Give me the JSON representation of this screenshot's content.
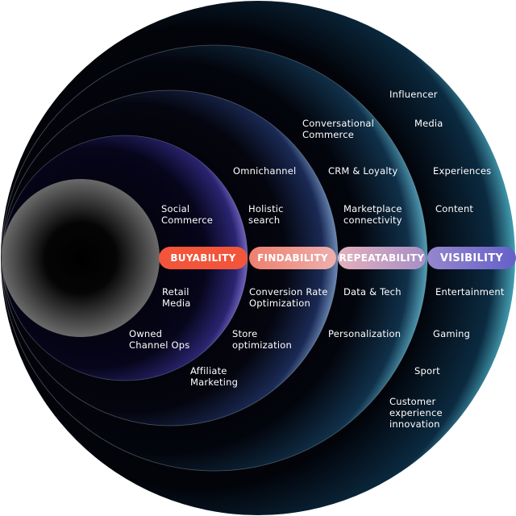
{
  "colors": {
    "buyability": "#f2553a",
    "findability": "#ee8f84",
    "repeatability": "#c9a0c0",
    "visibility": "#7a70c8",
    "rim_outer": "#5fd4e8",
    "rim_inner": "#7c6fd6"
  },
  "pills": {
    "buyability": "BUYABILITY",
    "findability": "FINDABILITY",
    "repeatability": "REPEATABILITY",
    "visibility": "VISIBILITY"
  },
  "buyability": {
    "items": [
      "Social\nCommerce",
      "Retail\nMedia",
      "Owned\nChannel Ops",
      "Affiliate\nMarketing"
    ]
  },
  "findability": {
    "items": [
      "Omnichannel",
      "Holistic\nsearch",
      "Conversion Rate\nOptimization",
      "Store\noptimization"
    ]
  },
  "repeatability": {
    "items": [
      "Conversational\nCommerce",
      "CRM & Loyalty",
      "Marketplace\nconnectivity",
      "Data & Tech",
      "Personalization"
    ]
  },
  "visibility": {
    "items": [
      "Influencer",
      "Media",
      "Experiences",
      "Content",
      "Entertainment",
      "Gaming",
      "Sport",
      "Customer\nexperience\ninnovation"
    ]
  }
}
